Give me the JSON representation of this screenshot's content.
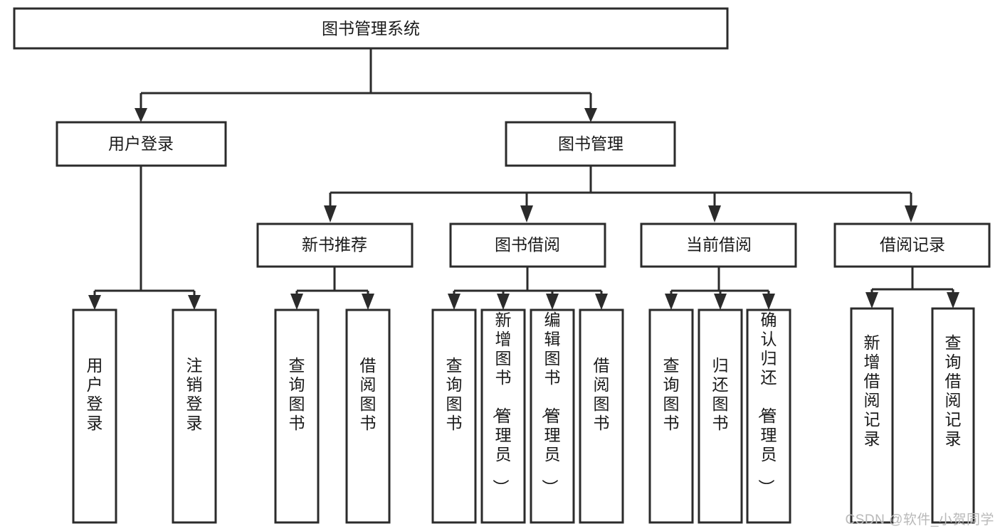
{
  "diagram": {
    "title": "图书管理系统",
    "type": "tree-hierarchy",
    "root": {
      "id": "root",
      "label": "图书管理系统",
      "orientation": "horizontal"
    },
    "level2": [
      {
        "id": "user-login",
        "label": "用户登录",
        "orientation": "horizontal"
      },
      {
        "id": "book-management",
        "label": "图书管理",
        "orientation": "horizontal"
      }
    ],
    "level3": [
      {
        "id": "new-book-recommend",
        "label": "新书推荐",
        "parent": "book-management",
        "orientation": "horizontal"
      },
      {
        "id": "book-borrow",
        "label": "图书借阅",
        "parent": "book-management",
        "orientation": "horizontal"
      },
      {
        "id": "current-borrow",
        "label": "当前借阅",
        "parent": "book-management",
        "orientation": "horizontal"
      },
      {
        "id": "borrow-record",
        "label": "借阅记录",
        "parent": "book-management",
        "orientation": "horizontal"
      }
    ],
    "leaves": [
      {
        "id": "leaf-user-login",
        "label": "用户登录",
        "parent": "user-login",
        "orientation": "vertical"
      },
      {
        "id": "leaf-logout",
        "label": "注销登录",
        "parent": "user-login",
        "orientation": "vertical"
      },
      {
        "id": "leaf-query-book-1",
        "label": "查询图书",
        "parent": "new-book-recommend",
        "orientation": "vertical"
      },
      {
        "id": "leaf-borrow-book-1",
        "label": "借阅图书",
        "parent": "new-book-recommend",
        "orientation": "vertical"
      },
      {
        "id": "leaf-query-book-2",
        "label": "查询图书",
        "parent": "book-borrow",
        "orientation": "vertical"
      },
      {
        "id": "leaf-add-book",
        "label": "新增图书（管理员）",
        "parent": "book-borrow",
        "orientation": "vertical"
      },
      {
        "id": "leaf-edit-book",
        "label": "编辑图书（管理员）",
        "parent": "book-borrow",
        "orientation": "vertical"
      },
      {
        "id": "leaf-borrow-book-2",
        "label": "借阅图书",
        "parent": "book-borrow",
        "orientation": "vertical"
      },
      {
        "id": "leaf-query-book-3",
        "label": "查询图书",
        "parent": "current-borrow",
        "orientation": "vertical"
      },
      {
        "id": "leaf-return-book",
        "label": "归还图书",
        "parent": "current-borrow",
        "orientation": "vertical"
      },
      {
        "id": "leaf-confirm-return",
        "label": "确认归还（管理员）",
        "parent": "current-borrow",
        "orientation": "vertical"
      },
      {
        "id": "leaf-add-record",
        "label": "新增借阅记录",
        "parent": "borrow-record",
        "orientation": "vertical"
      },
      {
        "id": "leaf-query-record",
        "label": "查询借阅记录",
        "parent": "borrow-record",
        "orientation": "vertical"
      }
    ]
  },
  "watermark": {
    "text": "CSDN @软件_小贺同学"
  },
  "colors": {
    "stroke": "#2b2b2b",
    "box_fill": "#ffffff",
    "text": "#1a1a1a",
    "background": "#ffffff",
    "watermark": "#b9b9b9"
  }
}
